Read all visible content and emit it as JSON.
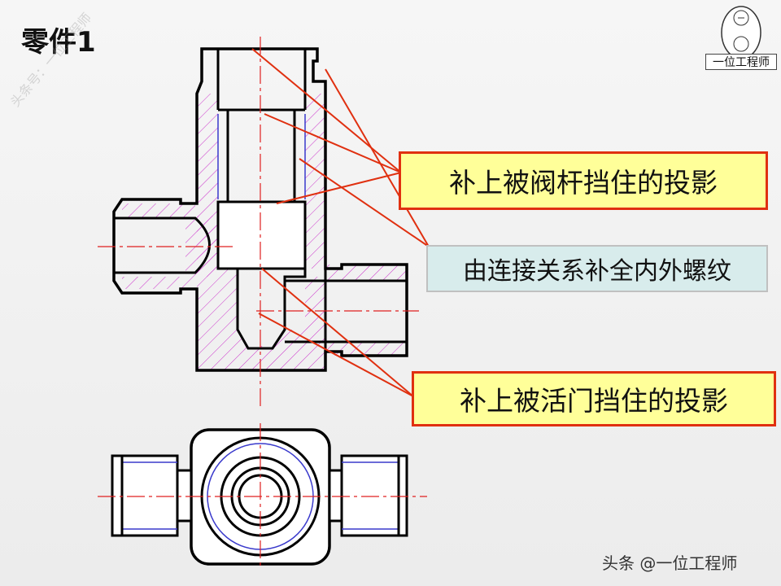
{
  "title": "零件1",
  "labels": {
    "top": "补上被阀杆挡住的投影",
    "middle": "由连接关系补全内外螺纹",
    "bottom": "补上被活门挡住的投影"
  },
  "watermarks": {
    "side": "头条号：一位工程师",
    "bottom": "头条 @一位工程师"
  },
  "logo": {
    "name": "一位工程师"
  },
  "colors": {
    "outline": "#000000",
    "hatch": "#cc33cc",
    "centerline": "#e02020",
    "leader": "#e03010",
    "thread": "#3a3acc",
    "label_fill": "#ffff99",
    "note_fill": "#d8ecec"
  }
}
